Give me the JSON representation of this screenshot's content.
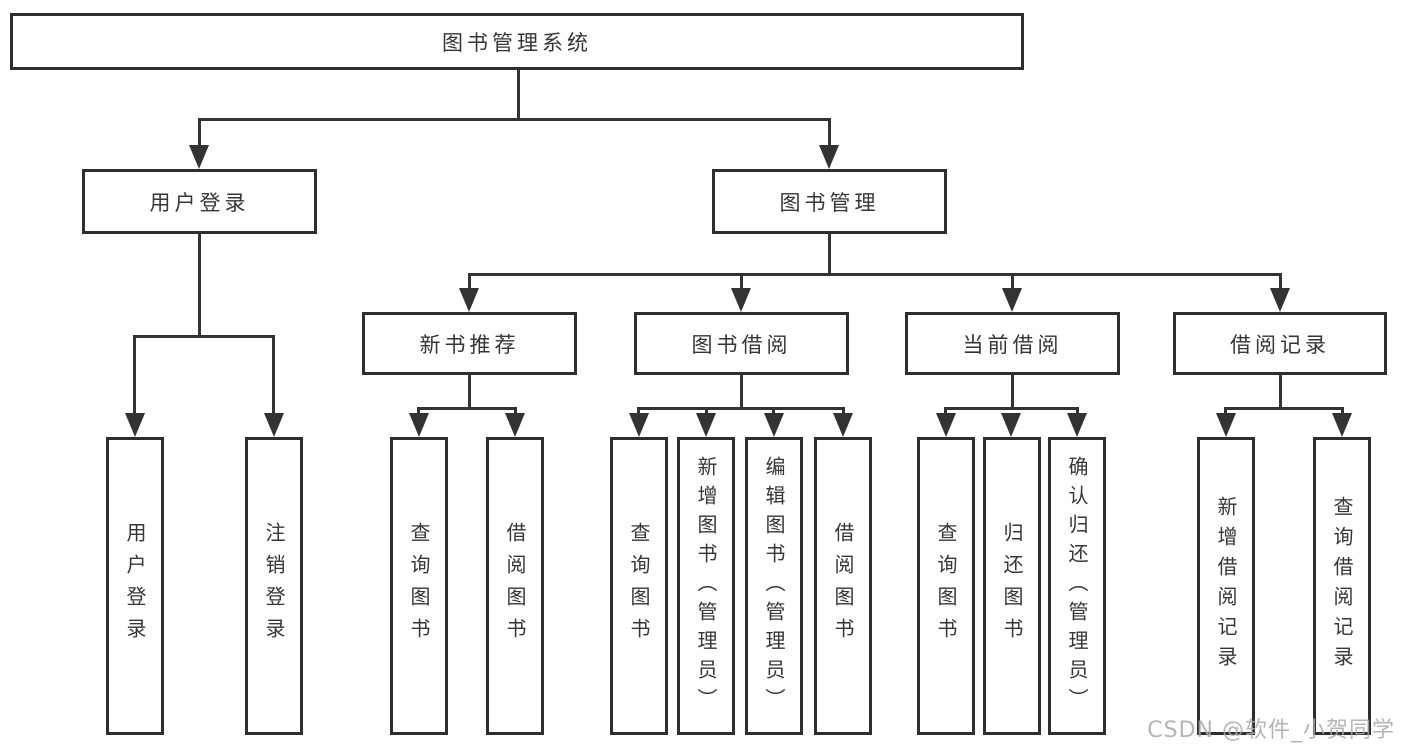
{
  "diagram": {
    "type": "hierarchy-tree",
    "colors": {
      "line": "#333333",
      "box_border": "#2e2e2e",
      "text": "#363636",
      "watermark": "#a9a9a9",
      "background": "#ffffff"
    },
    "root": {
      "label": "图书管理系统"
    },
    "level2": [
      {
        "label": "用户登录"
      },
      {
        "label": "图书管理"
      }
    ],
    "level3": [
      {
        "label": "新书推荐"
      },
      {
        "label": "图书借阅"
      },
      {
        "label": "当前借阅"
      },
      {
        "label": "借阅记录"
      }
    ],
    "leaves": {
      "login": [
        {
          "label": "用户登录"
        },
        {
          "label": "注销登录"
        }
      ],
      "recommend": [
        {
          "label": "查询图书"
        },
        {
          "label": "借阅图书"
        }
      ],
      "borrow": [
        {
          "label": "查询图书"
        },
        {
          "label": "新增图书（管理员）"
        },
        {
          "label": "编辑图书（管理员）"
        },
        {
          "label": "借阅图书"
        }
      ],
      "current": [
        {
          "label": "查询图书"
        },
        {
          "label": "归还图书"
        },
        {
          "label": "确认归还（管理员）"
        }
      ],
      "records": [
        {
          "label": "新增借阅记录"
        },
        {
          "label": "查询借阅记录"
        }
      ]
    }
  },
  "watermark": {
    "text": "CSDN @软件_小贺同学"
  }
}
